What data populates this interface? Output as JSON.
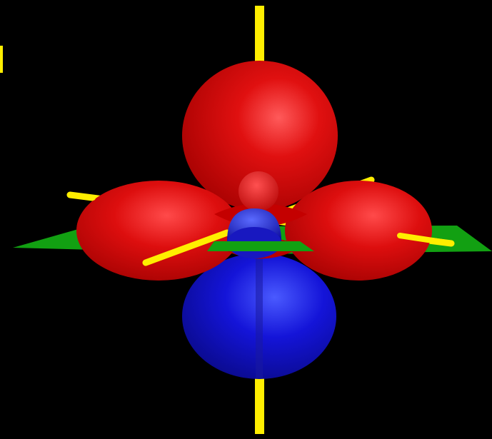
{
  "colors": {
    "background": "#000000",
    "axis": "#ffee00",
    "positive_lobe": "#e00000",
    "negative_lobe": "#1010d8",
    "plane": "#12a012"
  },
  "parts": {
    "vertical_axis": "yellow-vertical-axis",
    "horizontal_axes": "yellow-horizontal-axes",
    "nodal_plane": "green-nodal-plane",
    "upper_lobe": "red-upper-lobe",
    "torus_lobes": "red-equatorial-lobes",
    "lower_lobe": "blue-lower-lobe"
  }
}
